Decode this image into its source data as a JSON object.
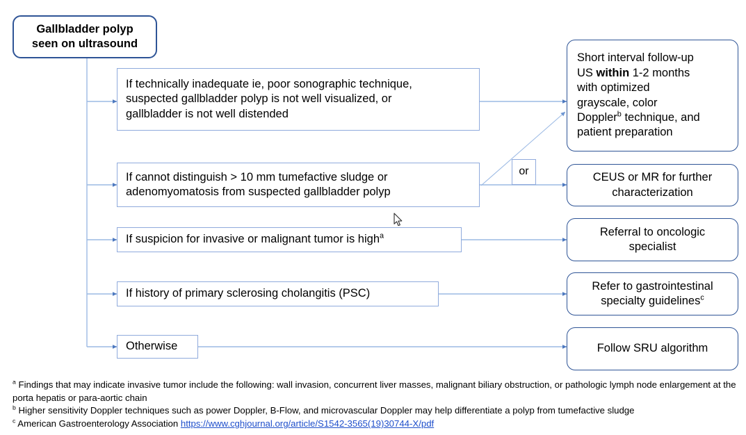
{
  "diagram": {
    "title": "Gallbladder polyp management algorithm",
    "colors": {
      "root_border": "#2E5496",
      "condition_border": "#8FAADC",
      "outcome_border": "#2E5496",
      "connector": "#8FAADC",
      "link": "#1F4FCB",
      "background": "#FFFFFF"
    },
    "root": {
      "line1": "Gallbladder polyp",
      "line2": "seen on ultrasound"
    },
    "conditions": [
      {
        "id": "cond-technically-inadequate",
        "line1": "If technically inadequate ie, poor sonographic technique,",
        "line2": "suspected gallbladder polyp is not well visualized, or",
        "line3": "gallbladder is not well distended"
      },
      {
        "id": "cond-cannot-distinguish",
        "line1": "If cannot distinguish > 10 mm tumefactive sludge or",
        "line2": "adenomyomatosis from suspected gallbladder polyp"
      },
      {
        "id": "cond-suspicion-malignant",
        "text_before_sup": "If suspicion for invasive or malignant tumor is high",
        "sup": "a"
      },
      {
        "id": "cond-psc-history",
        "text": "If history of primary sclerosing cholangitis (PSC)"
      },
      {
        "id": "cond-otherwise",
        "text": "Otherwise"
      }
    ],
    "or_label": "or",
    "outcomes": [
      {
        "id": "outcome-short-interval-followup",
        "line1": "Short interval follow-up",
        "line2_a": "US ",
        "line2_bold": "within",
        "line2_b": " 1-2 months",
        "line3": "with optimized",
        "line4": "grayscale, color",
        "line5_a": "Doppler",
        "line5_sup": "b",
        "line5_b": " technique, and",
        "line6": "patient preparation"
      },
      {
        "id": "outcome-ceus-mr",
        "line1": "CEUS or MR for further",
        "line2": "characterization"
      },
      {
        "id": "outcome-oncologic-referral",
        "line1": "Referral to oncologic",
        "line2": "specialist"
      },
      {
        "id": "outcome-gi-referral",
        "line1": "Refer to gastrointestinal",
        "line2_a": "specialty guidelines",
        "line2_sup": "c"
      },
      {
        "id": "outcome-sru-algorithm",
        "line1": "Follow SRU algorithm"
      }
    ],
    "footnotes": [
      {
        "marker": "a",
        "text": "Findings that may indicate invasive tumor include the following: wall invasion, concurrent liver masses, malignant biliary obstruction, or pathologic lymph node enlargement at the porta hepatis or para-aortic chain"
      },
      {
        "marker": "b",
        "text": "Higher sensitivity Doppler techniques such as power Doppler, B-Flow, and microvascular Doppler may help differentiate a polyp from tumefactive sludge"
      },
      {
        "marker": "c",
        "text_before_link": "American Gastroenterology Association ",
        "link_text": "https://www.cghjournal.org/article/S1542-3565(19)30744-X/pdf"
      }
    ]
  }
}
